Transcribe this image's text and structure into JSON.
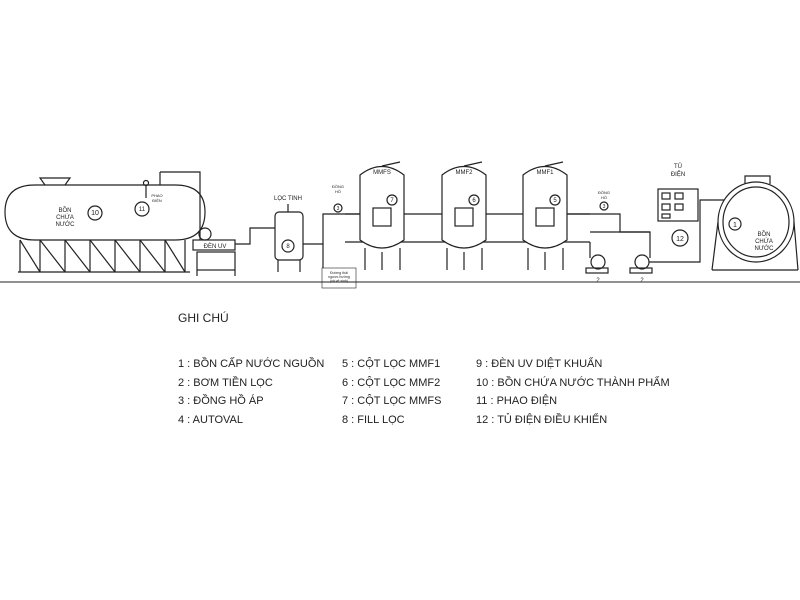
{
  "diagram": {
    "source_tank": {
      "label_line1": "BỒN",
      "label_line2": "CHỨA",
      "label_line3": "NƯỚC",
      "number": "10"
    },
    "float_switch": {
      "number": "11",
      "tag_line1": "PHAO",
      "tag_line2": "ĐIỆN"
    },
    "uv_lamp": {
      "label": "ĐÈN UV"
    },
    "fine_filter": {
      "label": "LỌC TINH",
      "number": "8"
    },
    "pressure_gauge": {
      "label_line1": "ĐỒNG",
      "label_line2": "HỒ",
      "number": "3"
    },
    "columns": [
      {
        "label": "MMFS",
        "number": "7"
      },
      {
        "label": "MMF2",
        "number": "6"
      },
      {
        "label": "MMF1",
        "number": "5"
      }
    ],
    "drain_note": {
      "line1": "Đường thải",
      "line2": "ngược hướng",
      "line3": "(xả vệ sinh)"
    },
    "pump_number": "2",
    "pressure_gauge_right": {
      "label_line1": "ĐỒNG",
      "label_line2": "HỒ",
      "number": "3"
    },
    "control_panel": {
      "label_line1": "TỦ",
      "label_line2": "ĐIỆN",
      "number": "12"
    },
    "product_tank": {
      "label_line1": "BỒN",
      "label_line2": "CHỨA",
      "label_line3": "NƯỚC",
      "number": "1"
    }
  },
  "legend": {
    "title": "GHI CHÚ",
    "col1": [
      "1 : BỒN CẤP NƯỚC NGUỒN",
      "2 : BƠM TIỀN LỌC",
      "3 : ĐỒNG HỒ ÁP",
      "4 : AUTOVAL"
    ],
    "col2": [
      "5 : CỘT LỌC MMF1",
      "6 : CỘT LỌC MMF2",
      "7 : CỘT LỌC MMFS",
      "8 : FILL LỌC"
    ],
    "col3": [
      "9 : ĐÈN UV DIỆT KHUẨN",
      "10 : BỒN CHỨA NƯỚC THÀNH PHẨM",
      "11 : PHAO ĐIỆN",
      "12 : TỦ ĐIỆN ĐIỀU KHIỂN"
    ]
  }
}
